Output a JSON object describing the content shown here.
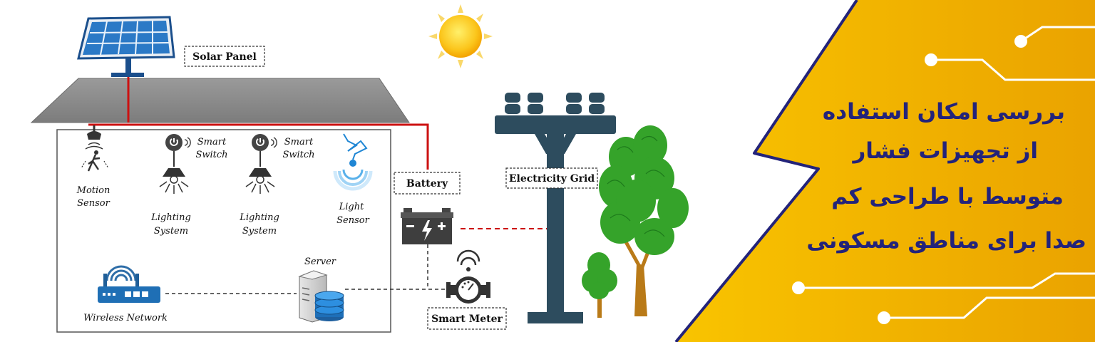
{
  "diagram": {
    "labels": {
      "solar_panel": "Solar Panel",
      "battery": "Battery",
      "electricity_grid": "Electricity Grid",
      "smart_meter": "Smart Meter",
      "motion_sensor_1": "Motion",
      "motion_sensor_2": "Sensor",
      "smart_switch_1a": "Smart",
      "smart_switch_1b": "Switch",
      "smart_switch_2a": "Smart",
      "smart_switch_2b": "Switch",
      "lighting_1a": "Lighting",
      "lighting_1b": "System",
      "lighting_2a": "Lighting",
      "lighting_2b": "System",
      "light_sensor_1": "Light",
      "light_sensor_2": "Sensor",
      "server": "Server",
      "wireless_network": "Wireless Network"
    }
  },
  "banner": {
    "title_lines": [
      "بررسی امکان استفاده",
      "از تجهیزات فشار",
      "متوسط با طراحی کم",
      "صدا برای مناطق مسکونی"
    ]
  },
  "colors": {
    "banner_yellow": "#f7b500",
    "banner_text": "#23237a",
    "power_line": "#cc1111",
    "pole": "#2d4c5e",
    "panel_blue": "#1b4f8c",
    "tree_green": "#35a32a"
  }
}
